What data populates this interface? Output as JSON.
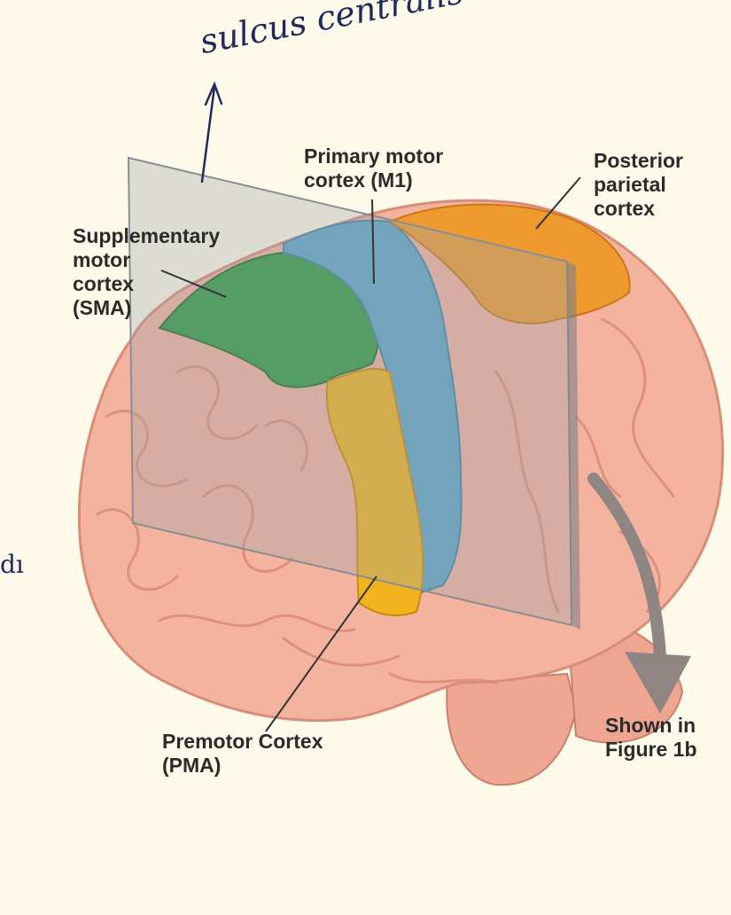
{
  "handwritten_annotation": "sulcus centralis .",
  "margin_fragment": "dı",
  "labels": {
    "m1": "Primary motor\ncortex (M1)",
    "ppc": "Posterior\nparietal\ncortex",
    "sma": "Supplementary\nmotor\ncortex\n(SMA)",
    "pma": "Premotor Cortex\n(PMA)",
    "figure_ref": "Shown in\nFigure 1b"
  },
  "colors": {
    "background": "#fdfaea",
    "brain": "#f4b39f",
    "brain_shadow": "#d98c78",
    "sma": "#2f9a3f",
    "m1": "#5ba7c6",
    "pma": "#f2b21e",
    "ppc": "#ef9a2e",
    "plane": "#9fa2a8",
    "arrow": "#8f8583",
    "ink": "#1f2a5c"
  }
}
